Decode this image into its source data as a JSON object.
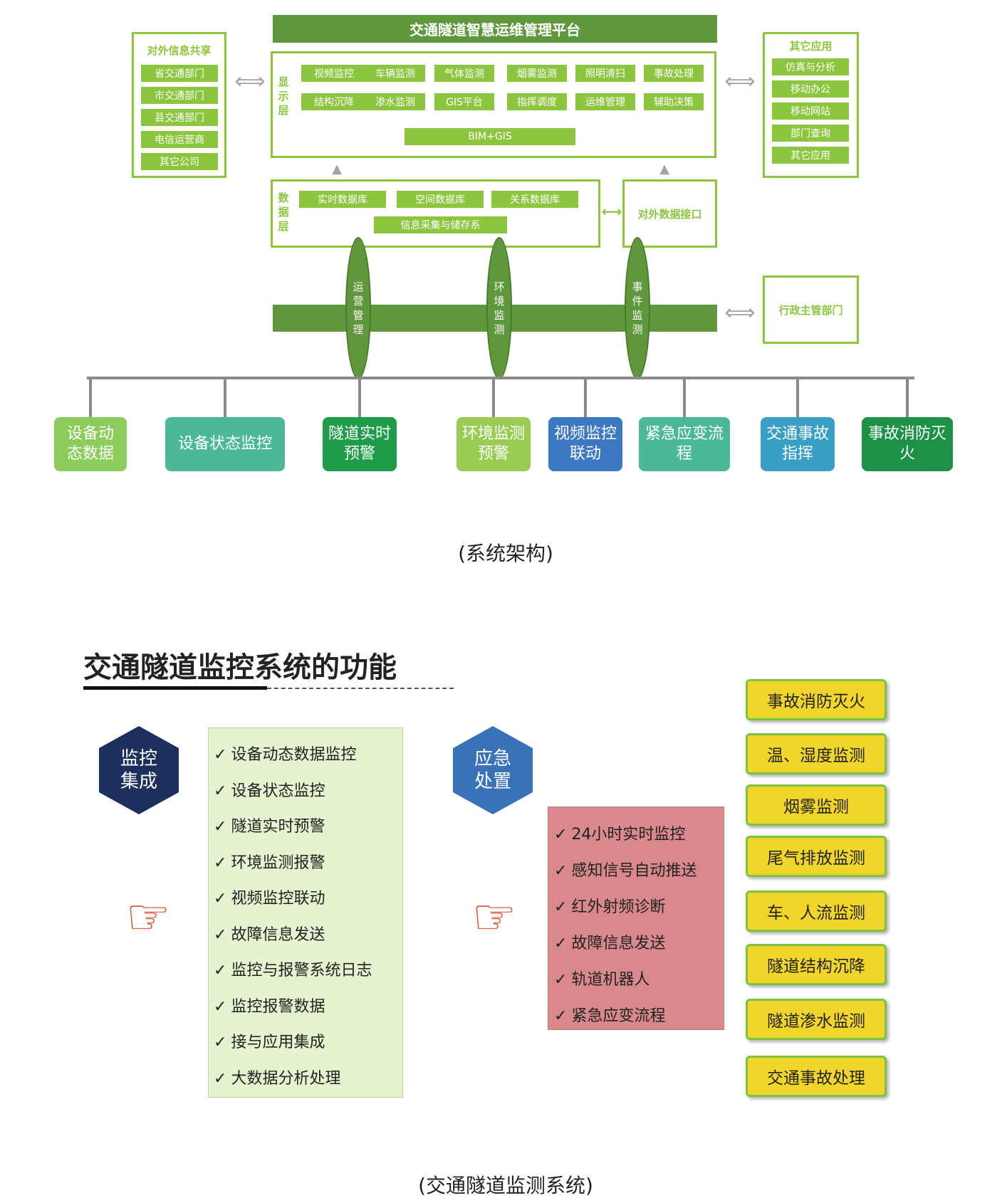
{
  "platform_title": "交通隧道智慧运维管理平台",
  "display_layer": {
    "label": "显示层",
    "row1": [
      "视频监控",
      "车辆监测",
      "气体监测",
      "烟雾监测",
      "照明清扫",
      "事故处理"
    ],
    "row2": [
      "结构沉降",
      "渗水监测",
      "GIS平台",
      "指挥调度",
      "运维管理",
      "辅助决策"
    ],
    "bim_gis": "BIM+GIS"
  },
  "left_share": {
    "title": "对外信息共享",
    "items": [
      "省交通部门",
      "市交通部门",
      "县交通部门",
      "电信运营商",
      "其它公司"
    ]
  },
  "right_apps": {
    "title": "其它应用",
    "items": [
      "仿真与分析",
      "移动办公",
      "移动网站",
      "部门查询",
      "其它应用"
    ]
  },
  "data_layer": {
    "label": "数据层",
    "dbs": [
      "实时数据库",
      "空间数据库",
      "关系数据库"
    ],
    "collect": "信息采集与储存系"
  },
  "external_interface": "对外数据接口",
  "admin_dept": "行政主管部门",
  "ellipses": [
    "运营管理",
    "环境监测",
    "事件监测"
  ],
  "bottom_boxes": [
    {
      "text": "设备动态数据",
      "color": "#8ccc5c"
    },
    {
      "text": "设备状态监控",
      "color": "#4cb89a"
    },
    {
      "text": "隧道实时预警",
      "color": "#1f9c4a"
    },
    {
      "text": "环境监测预警",
      "color": "#99cc55"
    },
    {
      "text": "视频监控联动",
      "color": "#3d78c2"
    },
    {
      "text": "紧急应变流程",
      "color": "#4cb89a"
    },
    {
      "text": "交通事故指挥",
      "color": "#3a9fc5"
    },
    {
      "text": "事故消防灭火",
      "color": "#1d9147"
    }
  ],
  "caption1": "(系统架构)",
  "functions_title": "交通隧道监控系统的功能",
  "hex_left": "监控集成",
  "hex_right": "应急处置",
  "monitor_list": [
    "设备动态数据监控",
    "设备状态监控",
    "隧道实时预警",
    "环境监测报警",
    "视频监控联动",
    "故障信息发送",
    "监控与报警系统日志",
    "监控报警数据",
    "接与应用集成",
    "大数据分析处理"
  ],
  "emergency_list": [
    "24小时实时监控",
    "感知信号自动推送",
    "红外射频诊断",
    "故障信息发送",
    "轨道机器人",
    "紧急应变流程"
  ],
  "yellow_boxes": [
    "事故消防灭火",
    "温、湿度监测",
    "烟雾监测",
    "尾气排放监测",
    "车、人流监测",
    "隧道结构沉降",
    "隧道渗水监测",
    "交通事故处理"
  ],
  "checkmark": "✓",
  "caption2": "(交通隧道监测系统)",
  "colors": {
    "dark_green": "#5f973c",
    "light_green": "#8cc63f",
    "hex_left": "#1d2f5c",
    "hex_right": "#3a72b8"
  }
}
